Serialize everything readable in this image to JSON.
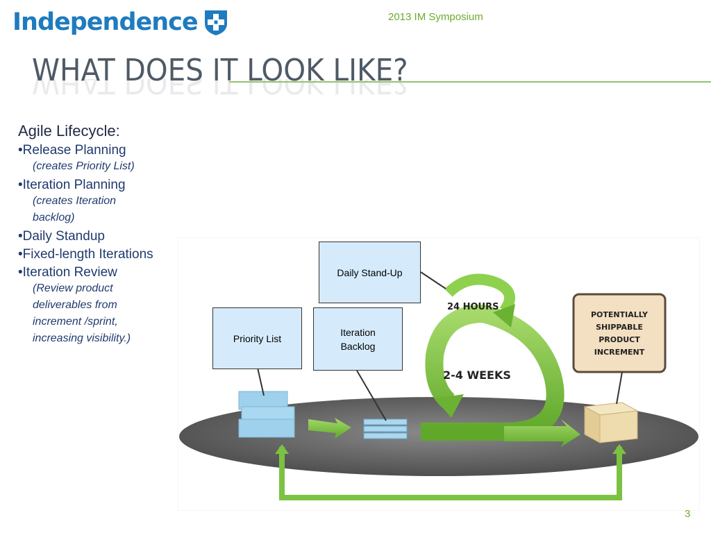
{
  "header": {
    "logo_text": "Independence",
    "event": "2013 IM Symposium"
  },
  "title": "WHAT DOES IT LOOK LIKE?",
  "content": {
    "heading": "Agile Lifecycle:",
    "items": [
      {
        "label": "•Release Planning",
        "note": "(creates Priority List)"
      },
      {
        "label": "•Iteration Planning",
        "note": "(creates Iteration backlog)"
      },
      {
        "label": "•Daily Standup",
        "note": ""
      },
      {
        "label": "•Fixed-length Iterations",
        "note": ""
      },
      {
        "label": "•Iteration Review",
        "note": "(Review product deliverables from increment /sprint, increasing visibility.)"
      }
    ]
  },
  "diagram": {
    "daily_standup": "Daily Stand-Up",
    "priority_list": "Priority List",
    "iteration_backlog": "Iteration Backlog",
    "hours": "24 HOURS",
    "weeks": "2-4 WEEKS",
    "increment_lines": [
      "POTENTIALLY",
      "SHIPPABLE",
      "PRODUCT",
      "INCREMENT"
    ],
    "colors": {
      "arrow_green": "#7cc242",
      "platform": "#6e6e6e",
      "box_blue": "#d5ebfc"
    }
  },
  "footer": {
    "page": "3"
  }
}
